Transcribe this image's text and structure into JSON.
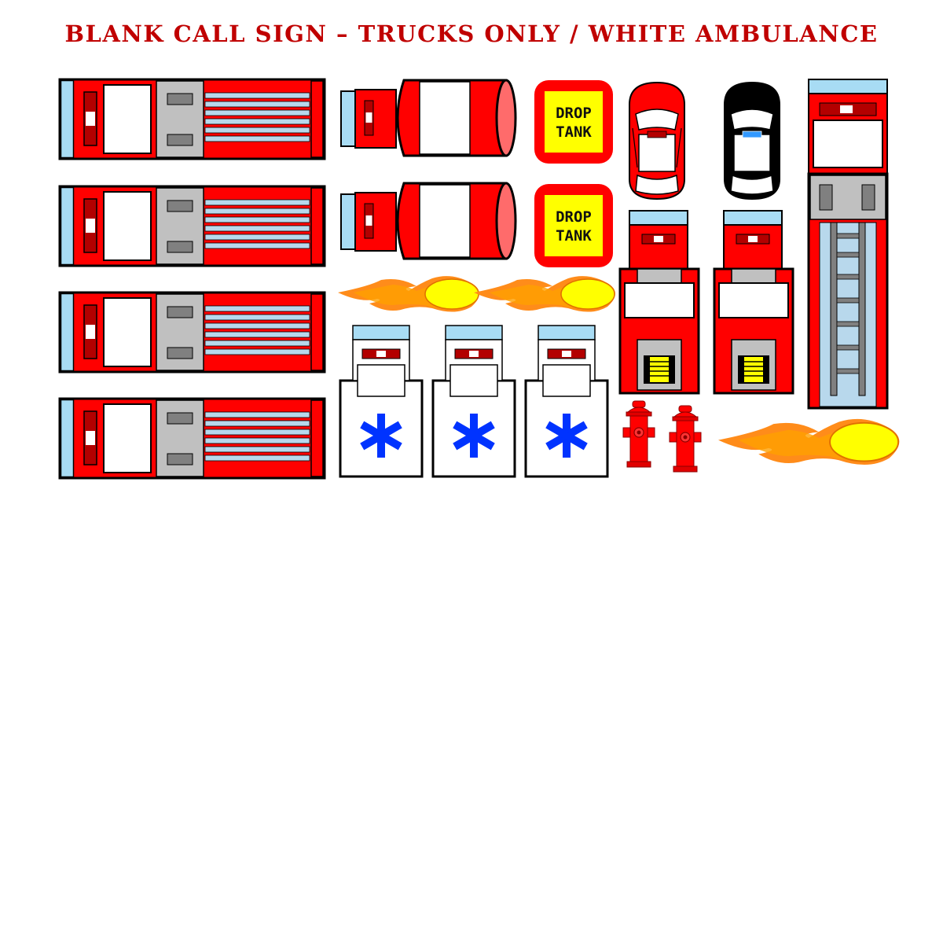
{
  "sheet": {
    "title": "BLANK CALL SIGN – TRUCKS ONLY / WHITE AMBULANCE"
  },
  "drop_tank_sign": {
    "line1": "DROP",
    "line2": "TANK"
  },
  "colors": {
    "red": "#ff0000",
    "dark_red": "#b30000",
    "light_blue": "#a8dcf4",
    "grey": "#c0c0c0",
    "dark_grey": "#808080",
    "yellow": "#ffff00",
    "star_blue": "#0033ff",
    "black": "#000000"
  },
  "stickers": [
    "engine-topview",
    "tanker-topview",
    "drop-tank-sign",
    "chief-car-red",
    "police-car-black",
    "ladder-truck",
    "rescue-truck",
    "ambulance",
    "fire-hydrant",
    "flame"
  ]
}
